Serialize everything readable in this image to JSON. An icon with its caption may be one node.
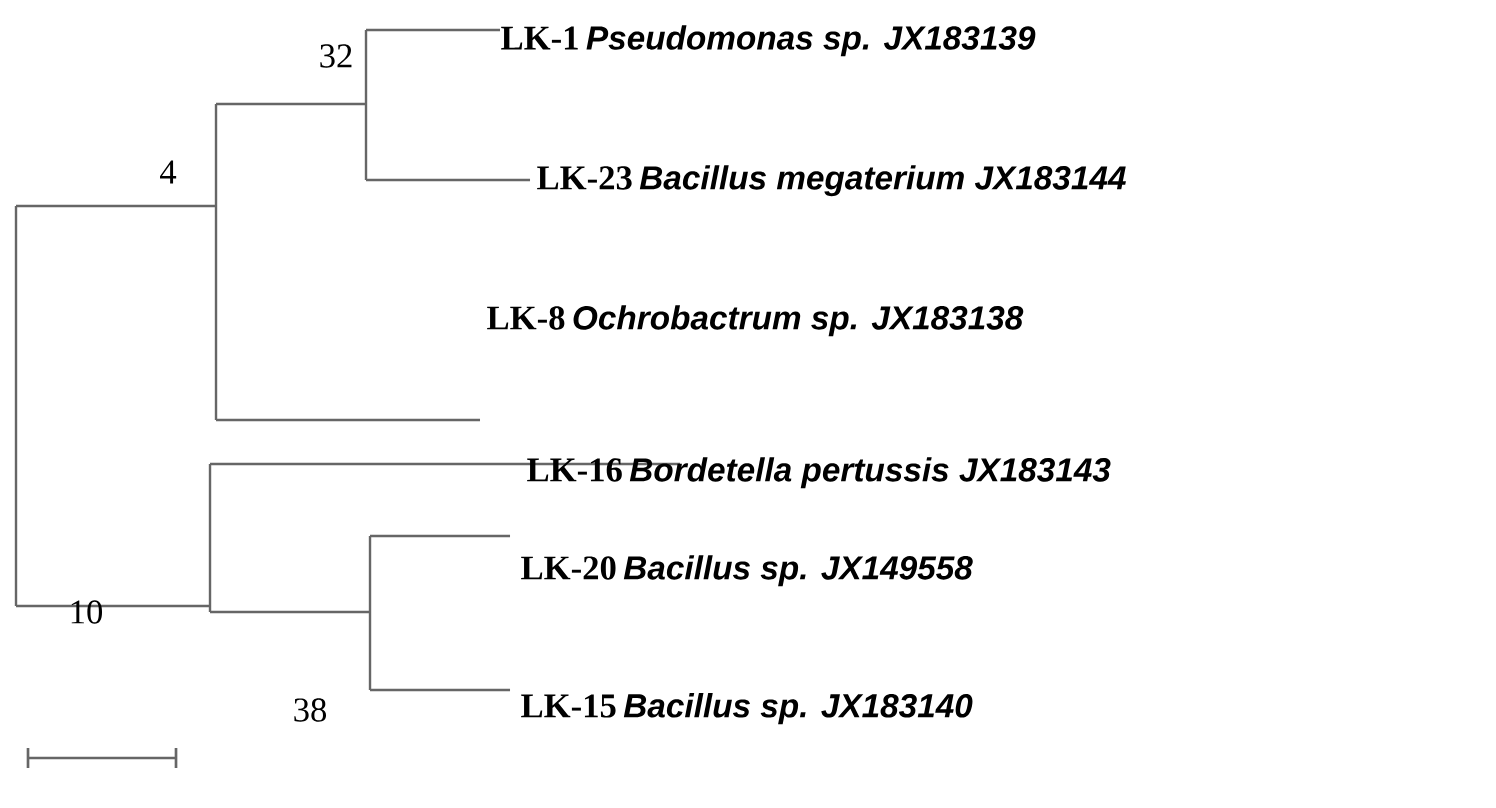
{
  "diagram": {
    "labels": [
      "32",
      "LK-1",
      "Pseudomonas sp. JX183139",
      "4",
      "LK-23",
      "Bacillus megaterium JX183144",
      "LK-8",
      "Ochrobactrum sp. JX183138",
      "LK-16",
      "Bordetella pertussis JX183143",
      "10",
      "LK-20",
      "Bacillus sp. JX149558",
      "38",
      "LK-15",
      "Bacillus sp. JX183140"
    ]
  }
}
